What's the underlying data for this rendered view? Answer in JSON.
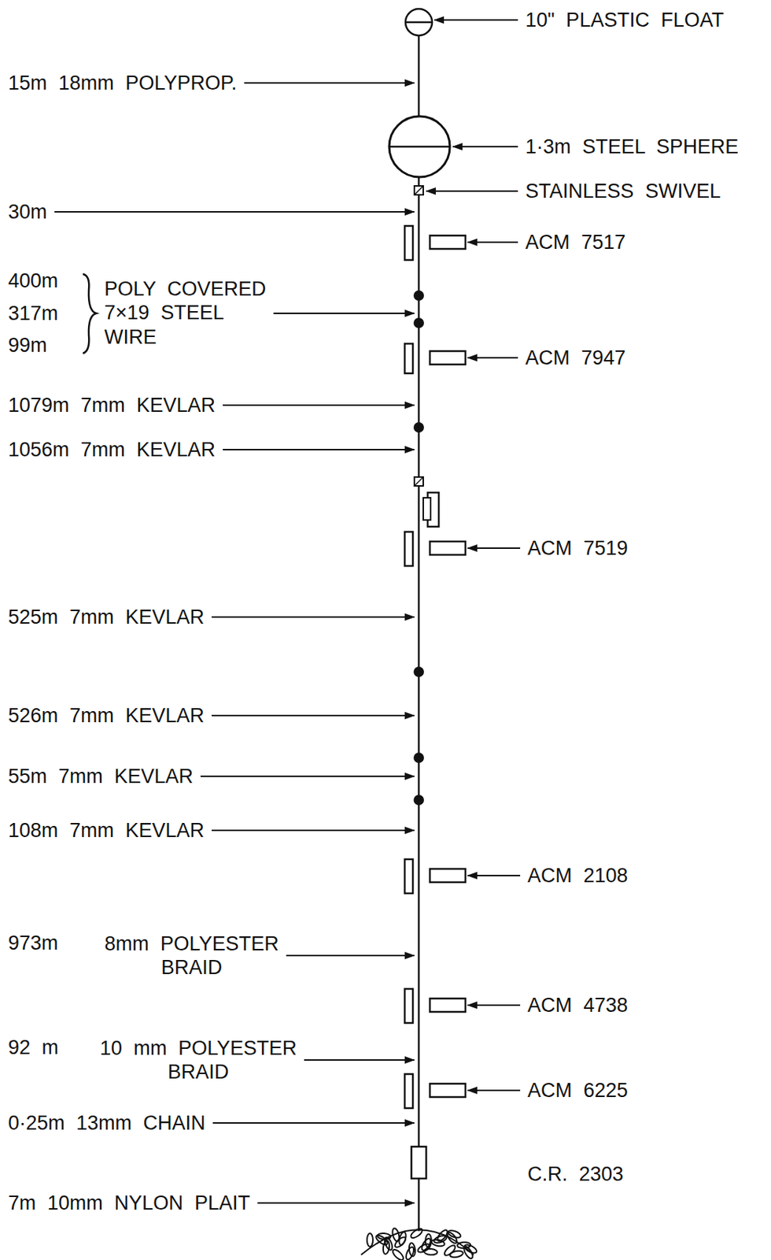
{
  "diagram": {
    "labels": [
      "10\" PLASTIC FLOAT",
      "15m 18mm POLYPROP.",
      "1·3m STEEL SPHERE",
      "STAINLESS SWIVEL",
      "30m",
      "ACM 7517",
      "400m",
      "317m",
      "99m",
      "POLY COVERED 7×19 STEEL WIRE",
      "ACM 7947",
      "1079m 7mm KEVLAR",
      "1056m 7mm KEVLAR",
      "ACM 7519",
      "525m 7mm KEVLAR",
      "526m 7mm KEVLAR",
      "55m 7mm KEVLAR",
      "108m 7mm KEVLAR",
      "ACM 2108",
      "973m",
      "8mm POLYESTER BRAID",
      "ACM 4738",
      "92 m",
      "10 mm POLYESTER BRAID",
      "ACM 6225",
      "0·25m 13mm CHAIN",
      "C.R. 2303",
      "7m 10mm NYLON PLAIT"
    ]
  }
}
